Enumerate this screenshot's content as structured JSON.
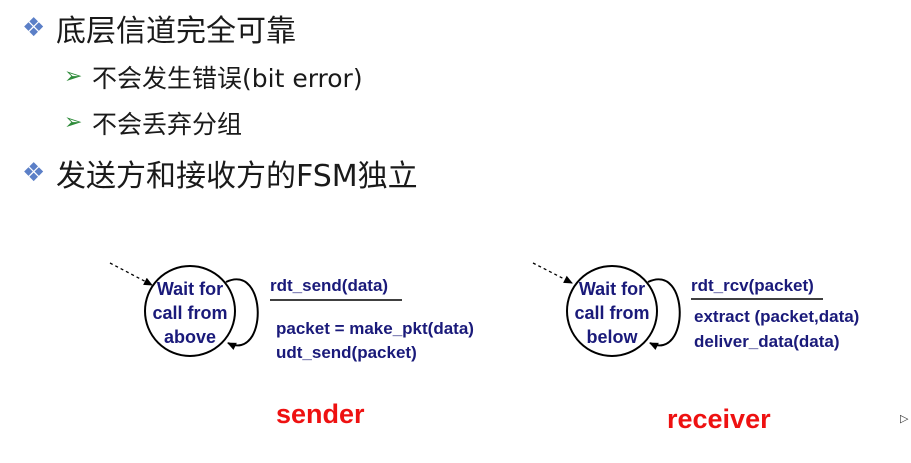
{
  "bullets": [
    {
      "level": 1,
      "text": "底层信道完全可靠"
    },
    {
      "level": 2,
      "text": "不会发生错误(bit error)"
    },
    {
      "level": 2,
      "text": "不会丢弃分组"
    },
    {
      "level": 1,
      "text": "发送方和接收方的FSM独立"
    }
  ],
  "sender": {
    "state_lines": [
      "Wait for",
      "call from",
      "above"
    ],
    "event": "rdt_send(data)",
    "actions": [
      "packet = make_pkt(data)",
      "udt_send(packet)"
    ],
    "label": "sender"
  },
  "receiver": {
    "state_lines": [
      "Wait for",
      "call from",
      "below"
    ],
    "event": "rdt_rcv(packet)",
    "actions": [
      "extract (packet,data)",
      "deliver_data(data)"
    ],
    "label": "receiver"
  },
  "colors": {
    "diagram_text": "#1a1a7a",
    "role_label": "#ee1111",
    "level1_bullet": "#5b7fc7",
    "level2_bullet": "#2e8b3a"
  },
  "icons": {
    "level1_bullet": "diamond-bullet-icon",
    "level2_bullet": "arrow-bullet-icon",
    "corner_cursor": "cursor-icon"
  }
}
